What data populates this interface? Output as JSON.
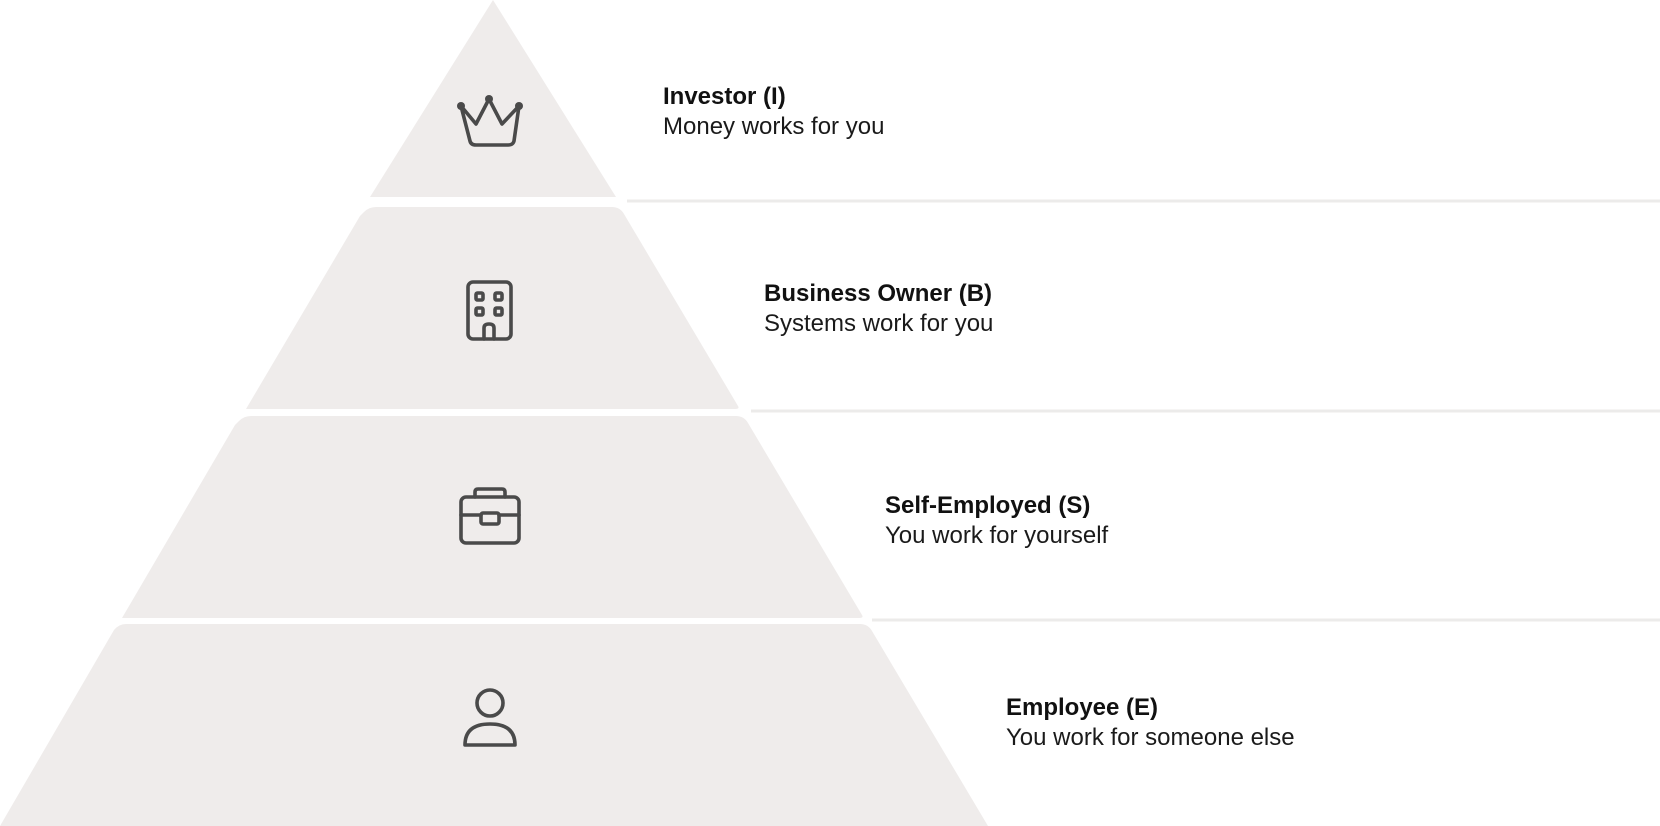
{
  "diagram": {
    "type": "pyramid",
    "colors": {
      "tier_fill": "#efeceb",
      "divider": "#ecebea",
      "icon": "#4a4a4a",
      "text": "#111111"
    },
    "levels": [
      {
        "title": "Investor (I)",
        "subtitle": "Money works for you",
        "icon": "crown-icon"
      },
      {
        "title": "Business Owner (B)",
        "subtitle": "Systems work for you",
        "icon": "building-icon"
      },
      {
        "title": "Self-Employed (S)",
        "subtitle": "You work for yourself",
        "icon": "briefcase-icon"
      },
      {
        "title": "Employee (E)",
        "subtitle": "You work for someone else",
        "icon": "person-icon"
      }
    ]
  }
}
